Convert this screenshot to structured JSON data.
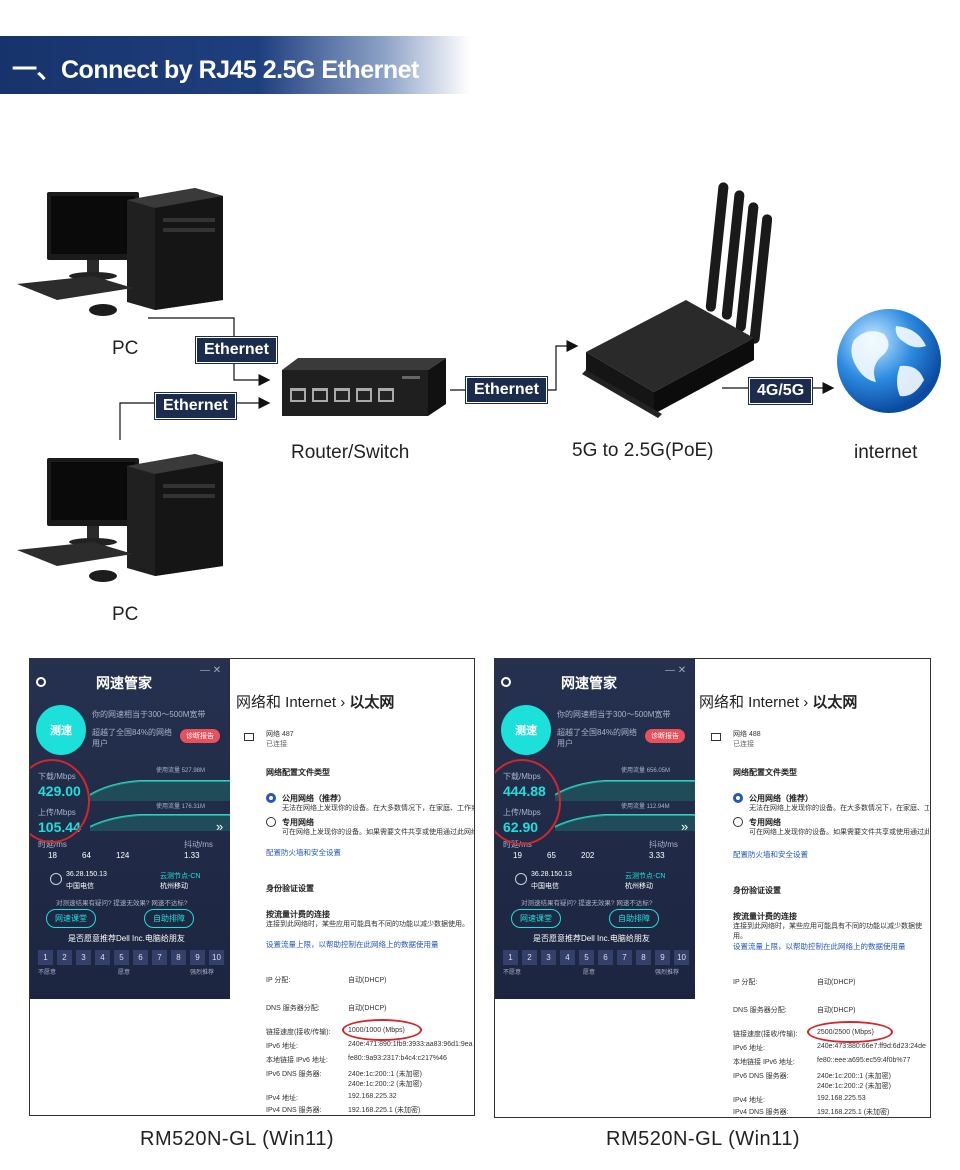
{
  "banner": {
    "title": "一、Connect by RJ45 2.5G Ethernet"
  },
  "diagram": {
    "pc_label": "PC",
    "router_label": "Router/Switch",
    "modem_label": "5G to 2.5G(PoE)",
    "internet_label": "internet",
    "eth_tag": "Ethernet",
    "cell_tag": "4G/5G"
  },
  "screens": [
    {
      "app_title": "网速管家",
      "circle_text": "测速",
      "rate_line": "你的网速相当于300～500M宽带",
      "beat_line": "超越了全国84%的网络用户",
      "report_btn": "诊断报告",
      "down_label": "下载/Mbps",
      "down_value": "429.00",
      "up_label": "上传/Mbps",
      "up_value": "105.44",
      "used1": "使用流量 527.98M",
      "used2": "使用流量 176.31M",
      "latency_label": "时延/ms",
      "jitter_label": "抖动/ms",
      "m1": "18",
      "m2": "64",
      "m3": "124",
      "m4": "1.33",
      "ip": "36.28.150.13",
      "isp": "中国电信",
      "node": "云测节点-CN",
      "node_isp": "杭州移动",
      "hint": "对测速结果有疑问? 提速无效果? 网速不达标?",
      "btn1": "网速课堂",
      "btn2": "自助排障",
      "recommend": "是否愿意推荐Dell Inc.电脑给朋友",
      "scale": [
        "1",
        "2",
        "3",
        "4",
        "5",
        "6",
        "7",
        "8",
        "9",
        "10"
      ],
      "left_word": "不愿意",
      "mid_word": "愿意",
      "right_word": "强烈推荐",
      "win_header": "网络和 Internet",
      "win_sub": "以太网",
      "net_name": "网络 487",
      "net_status": "已连接",
      "profile_title": "网络配置文件类型",
      "public_opt": "公用网络（推荐）",
      "public_desc": "无法在网络上发现你的设备。在大多数情况下，在家庭、工作或公共",
      "private_opt": "专用网络",
      "private_desc": "可在网络上发现你的设备。如果需要文件共享或使用通过此网络通信",
      "firewall_link": "配置防火墙和安全设置",
      "auth_title": "身份验证设置",
      "metered_title": "按流量计费的连接",
      "metered_desc": "连接到此网络时，某些应用可能具有不同的功能以减少数据使用。",
      "data_link": "设置流量上限，以帮助控制在此网络上的数据使用量",
      "ip_assign": "IP 分配:",
      "ip_assign_v": "自动(DHCP)",
      "dns_assign": "DNS 服务器分配:",
      "dns_assign_v": "自动(DHCP)",
      "link_speed": "链接速度(接收/传输):",
      "link_speed_v": "1000/1000 (Mbps)",
      "ipv6": "IPv6 地址:",
      "ipv6_v": "240e:471:890:1fb9:3933:aa83:96d1:9ea",
      "llipv6": "本地链接 IPv6 地址:",
      "llipv6_v": "fe80::9a93:2317:b4c4:c217%46",
      "ipv6dns": "IPv6 DNS 服务器:",
      "ipv6dns_v1": "240e:1c:200::1 (未加密)",
      "ipv6dns_v2": "240e:1c:200::2 (未加密)",
      "ipv4": "IPv4 地址:",
      "ipv4_v": "192.168.225.32",
      "ipv4dns": "IPv4 DNS 服务器:",
      "ipv4dns_v": "192.168.225.1 (未加密)",
      "caption": "RM520N-GL (Win11)"
    },
    {
      "app_title": "网速管家",
      "circle_text": "测速",
      "rate_line": "你的网速相当于300～500M宽带",
      "beat_line": "超越了全国84%的网络用户",
      "report_btn": "诊断报告",
      "down_label": "下载/Mbps",
      "down_value": "444.88",
      "up_label": "上传/Mbps",
      "up_value": "62.90",
      "used1": "使用流量 656.05M",
      "used2": "使用流量 112.94M",
      "latency_label": "时延/ms",
      "jitter_label": "抖动/ms",
      "m1": "19",
      "m2": "65",
      "m3": "202",
      "m4": "3.33",
      "ip": "36.28.150.13",
      "isp": "中国电信",
      "node": "云测节点-CN",
      "node_isp": "杭州移动",
      "hint": "对测速结果有疑问? 提速无效果? 网速不达标?",
      "btn1": "网速课堂",
      "btn2": "自助排障",
      "recommend": "是否愿意推荐Dell Inc.电脑给朋友",
      "scale": [
        "1",
        "2",
        "3",
        "4",
        "5",
        "6",
        "7",
        "8",
        "9",
        "10"
      ],
      "left_word": "不愿意",
      "mid_word": "愿意",
      "right_word": "强烈推荐",
      "win_header": "网络和 Internet",
      "win_sub": "以太网",
      "net_name": "网络 488",
      "net_status": "已连接",
      "profile_title": "网络配置文件类型",
      "public_opt": "公用网络（推荐）",
      "public_desc": "无法在网络上发现你的设备。在大多数情况下，在家庭、工作或",
      "private_opt": "专用网络",
      "private_desc": "可在网络上发现你的设备。如果需要文件共享或使用通过此网络",
      "firewall_link": "配置防火墙和安全设置",
      "auth_title": "身份验证设置",
      "metered_title": "按流量计费的连接",
      "metered_desc": "连接到此网络时，某些应用可能具有不同的功能以减少数据使用。",
      "data_link": "设置流量上限，以帮助控制在此网络上的数据使用量",
      "ip_assign": "IP 分配:",
      "ip_assign_v": "自动(DHCP)",
      "dns_assign": "DNS 服务器分配:",
      "dns_assign_v": "自动(DHCP)",
      "link_speed": "链接速度(接收/传输):",
      "link_speed_v": "2500/2500 (Mbps)",
      "ipv6": "IPv6 地址:",
      "ipv6_v": "240e:473:880:66e7:ff9d:6d23:24de",
      "llipv6": "本地链接 IPv6 地址:",
      "llipv6_v": "fe80::eee:a695:ec59:4f0b%77",
      "ipv6dns": "IPv6 DNS 服务器:",
      "ipv6dns_v1": "240e:1c:200::1 (未加密)",
      "ipv6dns_v2": "240e:1c:200::2 (未加密)",
      "ipv4": "IPv4 地址:",
      "ipv4_v": "192.168.225.53",
      "ipv4dns": "IPv4 DNS 服务器:",
      "ipv4dns_v": "192.168.225.1 (未加密)",
      "caption": "RM520N-GL (Win11)"
    }
  ]
}
